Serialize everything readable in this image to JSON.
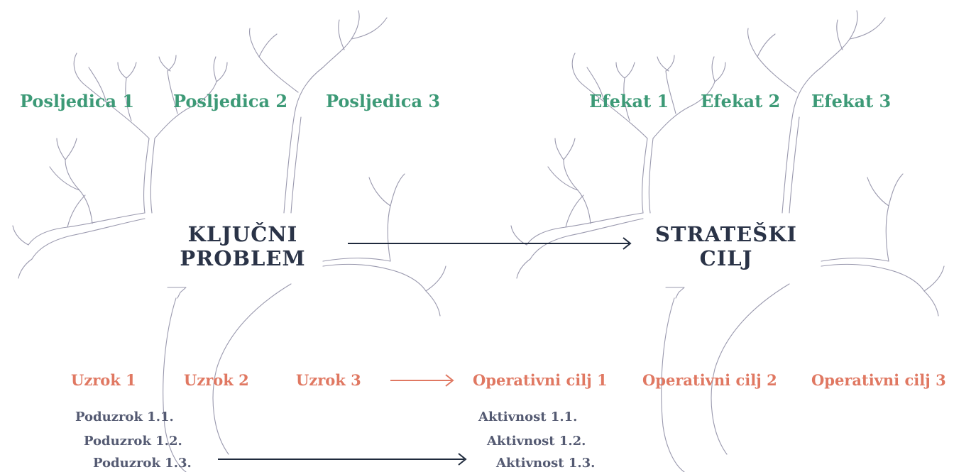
{
  "problem_tree": {
    "core": {
      "line1": "KLJUČNI",
      "line2": "PROBLEM"
    },
    "effects": [
      "Posljedica 1",
      "Posljedica 2",
      "Posljedica 3"
    ],
    "causes": [
      "Uzrok 1",
      "Uzrok 2",
      "Uzrok 3"
    ],
    "sub_causes": [
      "Poduzrok 1.1.",
      "Poduzrok 1.2.",
      "Poduzrok 1.3."
    ]
  },
  "objective_tree": {
    "core": {
      "line1": "STRATEŠKI",
      "line2": "CILJ"
    },
    "effects": [
      "Efekat 1",
      "Efekat 2",
      "Efekat 3"
    ],
    "objectives": [
      "Operativni cilj 1",
      "Operativni cilj 2",
      "Operativni cilj 3"
    ],
    "activities": [
      "Aktivnost 1.1.",
      "Aktivnost 1.2.",
      "Aktivnost 1.3."
    ]
  },
  "colors": {
    "effects": "#3d9a77",
    "causes": "#e07862",
    "core": "#2a3347",
    "sub_items": "#545a72",
    "tree_outline": "#9a99ae",
    "arrow_main": "#1f2a3d",
    "arrow_causes": "#e07862"
  }
}
